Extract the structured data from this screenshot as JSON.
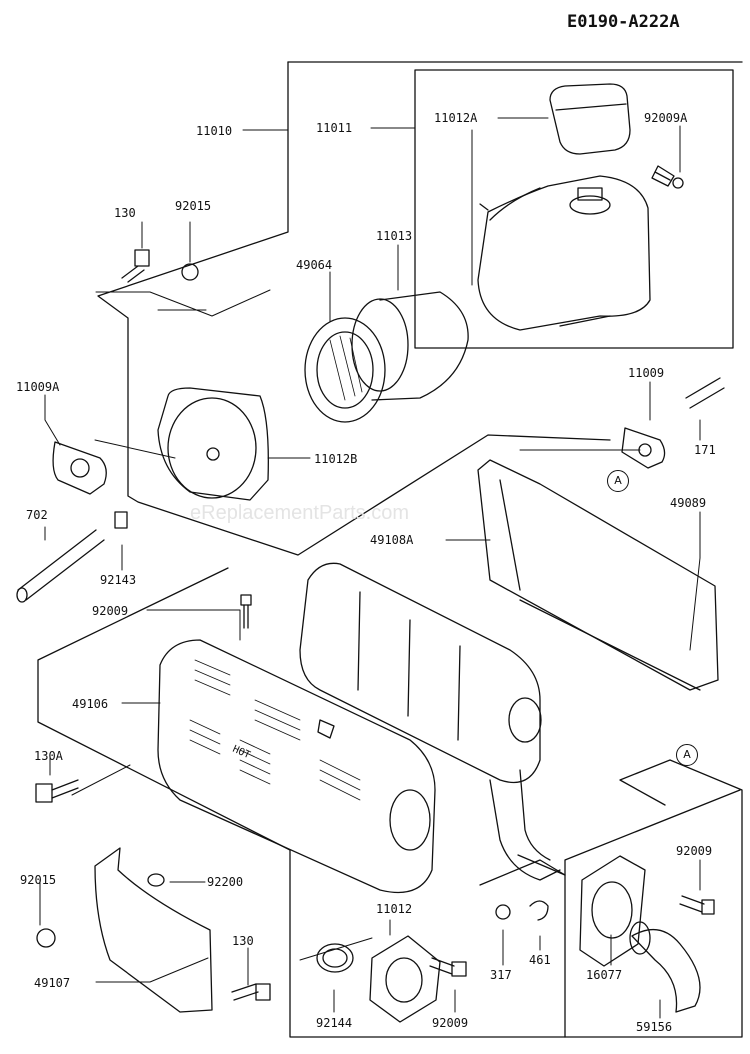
{
  "diagram_id": "E0190-A222A",
  "watermark": "eReplacementParts.com",
  "hot_text": "HOT",
  "callout_letter": "A",
  "labels": {
    "p11010": "11010",
    "p11011": "11011",
    "p11012A": "11012A",
    "p92009A": "92009A",
    "p130_top": "130",
    "p92015_top": "92015",
    "p11013": "11013",
    "p49064": "49064",
    "p11009A": "11009A",
    "p11012B": "11012B",
    "p11009": "11009",
    "p171": "171",
    "p49089": "49089",
    "p702": "702",
    "p92143": "92143",
    "p49108A": "49108A",
    "p92009_mid": "92009",
    "p49106": "49106",
    "p130A": "130A",
    "p92015_bot": "92015",
    "p92200": "92200",
    "p49107": "49107",
    "p130_bot": "130",
    "p11012": "11012",
    "p92144": "92144",
    "p92009_bot": "92009",
    "p317": "317",
    "p461": "461",
    "p92009_right": "92009",
    "p16077": "16077",
    "p59156": "59156"
  }
}
